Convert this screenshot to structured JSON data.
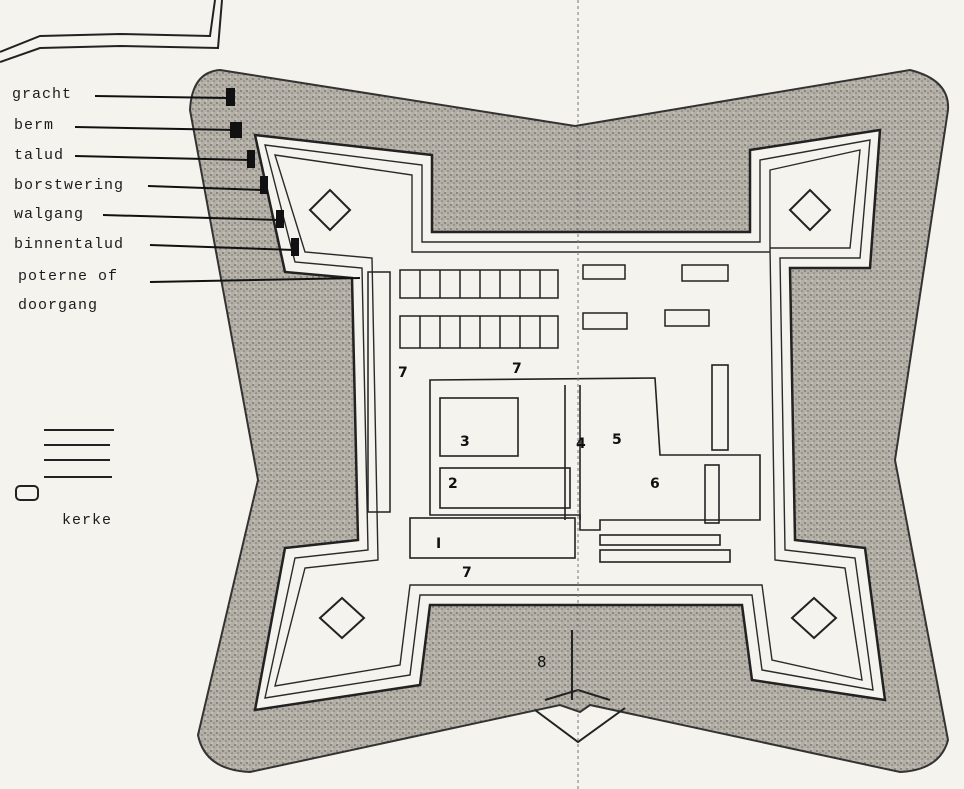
{
  "legend": {
    "items": [
      {
        "key": "gracht",
        "label": "gracht"
      },
      {
        "key": "berm",
        "label": "berm"
      },
      {
        "key": "talud",
        "label": "talud"
      },
      {
        "key": "borstwering",
        "label": "borstwering"
      },
      {
        "key": "walgang",
        "label": "walgang"
      },
      {
        "key": "binnentalud",
        "label": "binnentalud"
      },
      {
        "key": "poterne",
        "label": "poterne of"
      },
      {
        "key": "doorgang",
        "label": "doorgang"
      }
    ],
    "symbol_caption": "kerke"
  },
  "plan_numbers": {
    "n1": "I",
    "n2": "2",
    "n3": "3",
    "n4": "4",
    "n5": "5",
    "n6": "6",
    "n7a": "7",
    "n7b": "7",
    "n7c": "7",
    "n8": "8"
  },
  "colors": {
    "ground": "#f4f3ee",
    "rampart": "#a9a59c",
    "ink": "#1c1c1c"
  }
}
